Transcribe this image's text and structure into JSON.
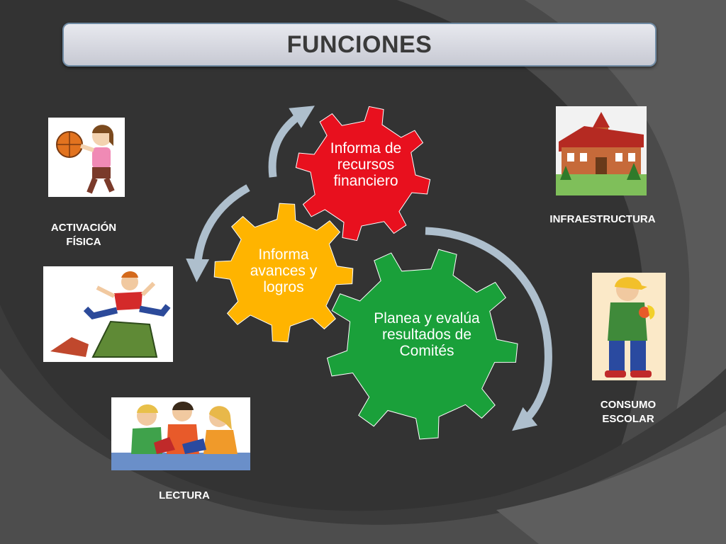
{
  "title": "FUNCIONES",
  "gears": [
    {
      "text": "Informa de recursos financiero",
      "color": "#e8101e"
    },
    {
      "text": "Informa avances y logros",
      "color": "#ffb400"
    },
    {
      "text": "Planea  y evalúa resultados de Comités",
      "color": "#1aa03a"
    }
  ],
  "arrow_color": "#aebfcd",
  "images": [
    {
      "icon": "girl-basketball-icon",
      "label_line1": "ACTIVACIÓN",
      "label_line2": "FÍSICA"
    },
    {
      "icon": "boy-jumping-books-icon"
    },
    {
      "icon": "children-reading-icon",
      "label_line1": "LECTURA"
    },
    {
      "icon": "school-building-icon",
      "label_line1": "INFRAESTRUCTURA"
    },
    {
      "icon": "boy-eating-fruit-icon",
      "label_line1": "CONSUMO",
      "label_line2": "ESCOLAR"
    }
  ]
}
